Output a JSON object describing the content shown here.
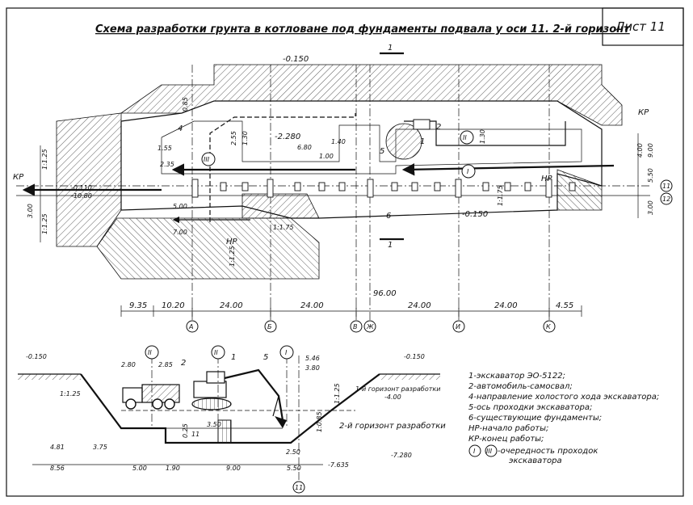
{
  "title": "Схема разработки грунта в котловане под фундаменты подвала у оси 11. 2-й горизонт",
  "sheet_label": "Лист 11",
  "plan": {
    "elev_top": "-0.150",
    "elev_mid": "-2.280",
    "elev_mid2": "-0.150",
    "elev_side": "-0.110",
    "elev_side2": "-10.80",
    "section_mark": "1",
    "kp_left": "КР",
    "kp_right": "КР",
    "np_1": "НР",
    "np_2": "НР",
    "slope": "1:1.75",
    "slope_2": "1:1.25",
    "slope_3": "1:1.25",
    "slope_4": "1:1.25",
    "slope_5": "1:1.75",
    "bottom_dims": [
      "9.35",
      "10.20",
      "24.00",
      "24.00",
      "24.00",
      "24.00",
      "4.55"
    ],
    "dim_96": "96.00",
    "axes": [
      "А",
      "Б",
      "В",
      "Ж",
      "И",
      "К"
    ],
    "inner_dims": [
      "6.80",
      "1.00",
      "1.40",
      "1.55",
      "2.35",
      "5.00",
      "7.00",
      "2.55",
      "1.30",
      "0.85",
      "1.30"
    ],
    "right_dims": [
      "9.00",
      "5.50",
      "3.00",
      "4.00"
    ],
    "axis_marks": [
      "11",
      "12"
    ],
    "roman": [
      "III",
      "II",
      "I"
    ],
    "numbers": [
      "4",
      "2",
      "1",
      "5",
      "6"
    ],
    "left_dims": [
      "1.25",
      "1.25",
      "3.00"
    ]
  },
  "section": {
    "elev_left": "-0.150",
    "elev_right": "-0.150",
    "elev_1": "-4.00",
    "elev_2": "-7.635",
    "elev_3": "-7.280",
    "horizon_1": "1-й горизонт разработки",
    "horizon_2": "2-й горизонт разработки",
    "slope_left": "1:1.25",
    "slope_right": "1:1.25",
    "slope_mid": "1:0.85",
    "top_dims": [
      "2.80",
      "2.85",
      "5.46",
      "3.80"
    ],
    "mid_dims": [
      "3.50",
      "0.25",
      "4.81",
      "3.75"
    ],
    "bottom_dims": [
      "8.56",
      "5.00",
      "1.90",
      "9.00",
      "5.50",
      "2.50"
    ],
    "axis_bottom": "11",
    "axis_mid": "11",
    "roman": [
      "II",
      "II",
      "I"
    ],
    "numbers": [
      "2",
      "1",
      "5"
    ]
  },
  "legend": [
    "1-экскаватор ЭО-5122;",
    "2-автомобиль-самосвал;",
    "4-направление холостого хода экскаватора;",
    "5-ось проходки экскаватора;",
    "6-существующие фундаменты;",
    "НР-начало работы;",
    "КР-конец работы;"
  ],
  "legend_roman_start": "I",
  "legend_roman_end": "III",
  "legend_order_text": "-очередность проходок",
  "legend_order_text2": "экскаватора"
}
